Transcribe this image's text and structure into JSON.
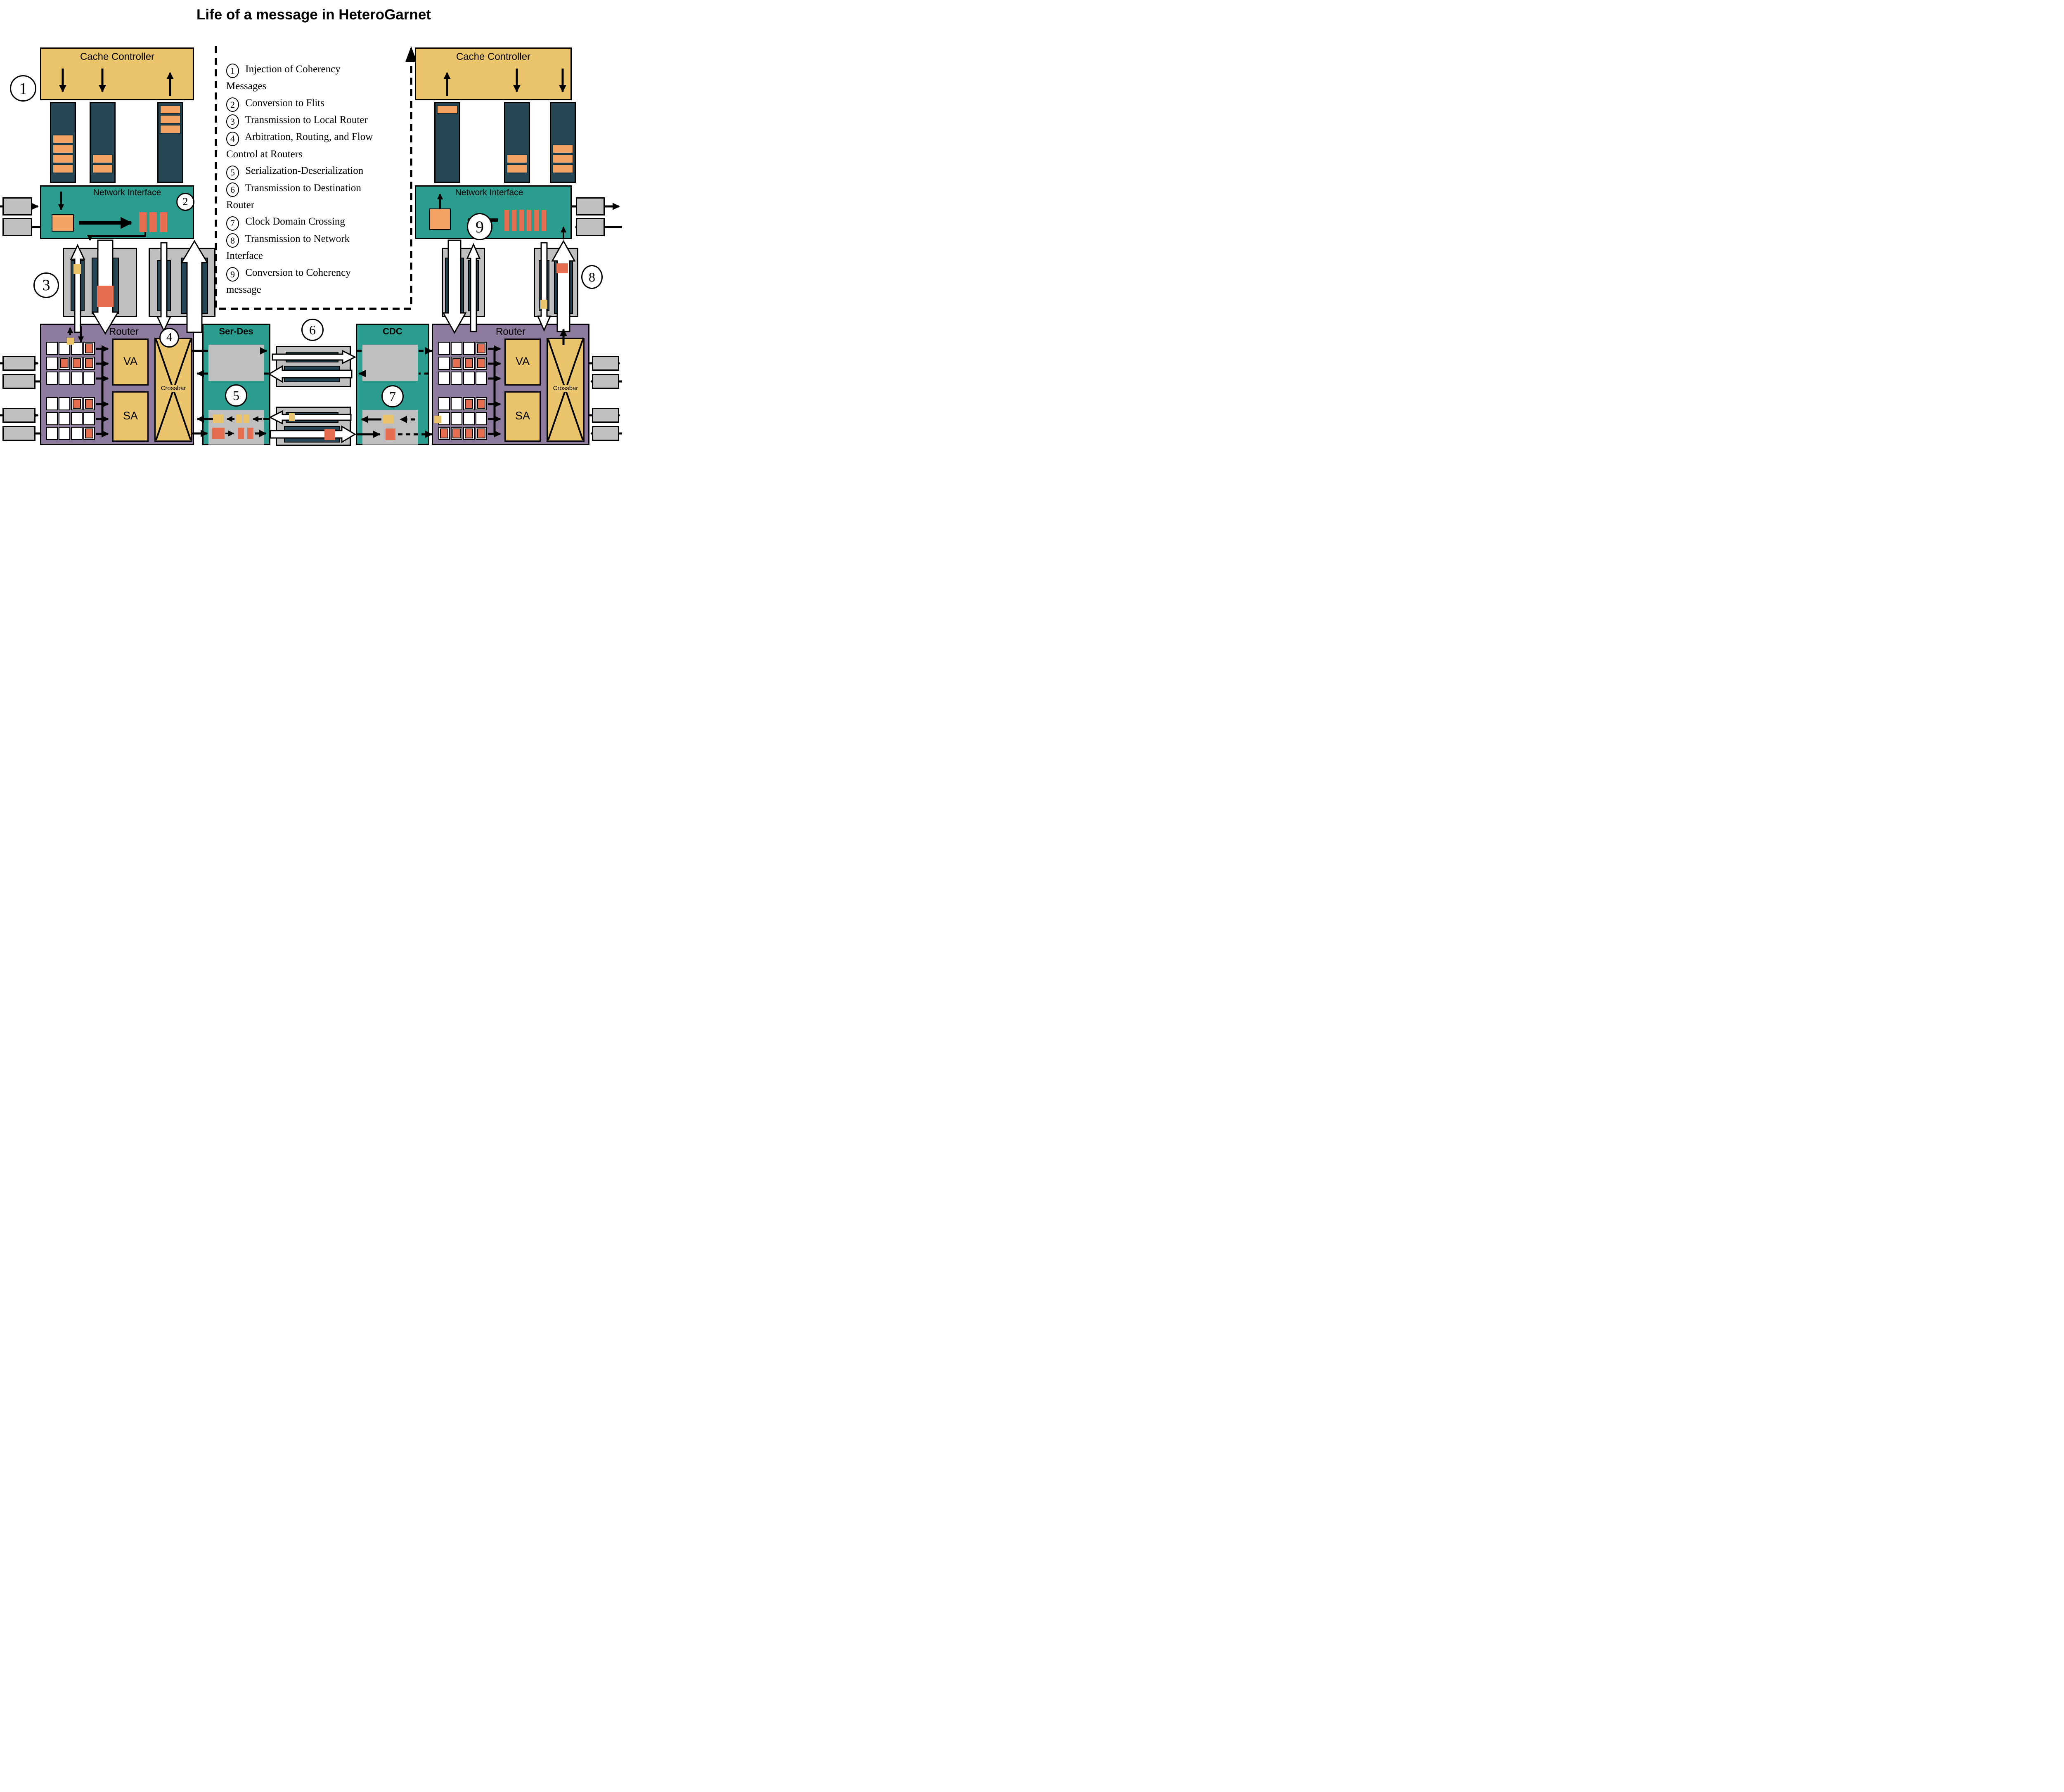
{
  "title": "Life of a message in HeteroGarnet",
  "colors": {
    "dark_slate": "#264653",
    "teal": "#2A9D8F",
    "gold": "#E9C46A",
    "orange": "#F4A261",
    "red": "#E76F51",
    "purple": "#8D7B9D",
    "gray": "#BFBFBF"
  },
  "badges": {
    "b1": "1",
    "b2": "2",
    "b3": "3",
    "b4": "4",
    "b5": "5",
    "b6": "6",
    "b7": "7",
    "b8": "8",
    "b9": "9"
  },
  "legend": {
    "items": [
      {
        "num": "1",
        "text": "Injection of Coherency Messages"
      },
      {
        "num": "2",
        "text": "Conversion to Flits"
      },
      {
        "num": "3",
        "text": "Transmission to Local Router"
      },
      {
        "num": "4",
        "text": "Arbitration, Routing, and Flow Control at Routers"
      },
      {
        "num": "5",
        "text": "Serialization-Deserialization"
      },
      {
        "num": "6",
        "text": "Transmission to Destination Router"
      },
      {
        "num": "7",
        "text": "Clock Domain Crossing"
      },
      {
        "num": "8",
        "text": "Transmission to Network Interface"
      },
      {
        "num": "9",
        "text": "Conversion to Coherency message"
      }
    ]
  },
  "left": {
    "cache_controller": {
      "label": "Cache Controller"
    },
    "queues": [
      {
        "filled": [
          3,
          4,
          5,
          6
        ]
      },
      {
        "filled": [
          5,
          6
        ]
      },
      {
        "filled": [
          0,
          1,
          2
        ]
      }
    ],
    "network_interface": {
      "label": "Network Interface"
    },
    "router": {
      "label": "Router",
      "va_label": "VA",
      "sa_label": "SA",
      "crossbar_label": "Crossbar",
      "buffers_top": [
        [
          0,
          0,
          0,
          1
        ],
        [
          0,
          1,
          1,
          1
        ],
        [
          0,
          0,
          0,
          0
        ]
      ],
      "buffers_bottom": [
        [
          0,
          0,
          1,
          1
        ],
        [
          0,
          0,
          0,
          0
        ],
        [
          0,
          0,
          0,
          1
        ]
      ]
    }
  },
  "serdes": {
    "label": "Ser-Des"
  },
  "cdc": {
    "label": "CDC"
  },
  "right": {
    "cache_controller": {
      "label": "Cache Controller"
    },
    "queues": [
      {
        "filled": [
          0
        ]
      },
      {
        "filled": [
          5,
          6
        ]
      },
      {
        "filled": [
          4,
          5,
          6
        ]
      }
    ],
    "network_interface": {
      "label": "Network Interface"
    },
    "router": {
      "label": "Router",
      "va_label": "VA",
      "sa_label": "SA",
      "crossbar_label": "Crossbar",
      "buffers_top": [
        [
          0,
          0,
          0,
          1
        ],
        [
          0,
          1,
          1,
          1
        ],
        [
          0,
          0,
          0,
          0
        ]
      ],
      "buffers_bottom": [
        [
          0,
          0,
          1,
          1
        ],
        [
          0,
          0,
          0,
          0
        ],
        [
          1,
          1,
          1,
          1
        ]
      ]
    }
  }
}
